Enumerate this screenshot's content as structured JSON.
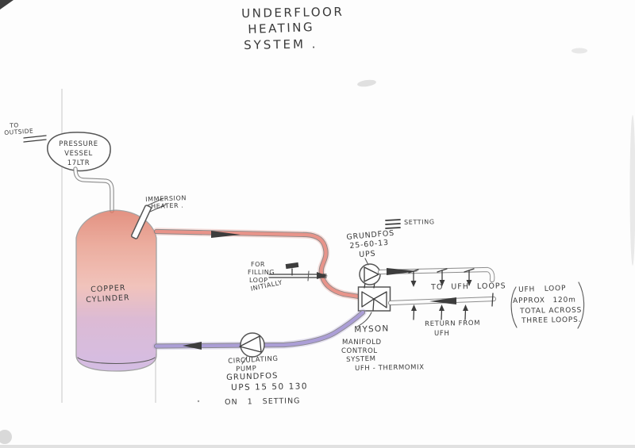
{
  "colors": {
    "ink": "#3a3a3a",
    "pipe-red": "#e8948a",
    "pipe-purple": "#ab9ed6",
    "cyl-top": "#dd7763",
    "cyl-upper": "#e89a88",
    "cyl-mid": "#efb5ab",
    "cyl-lower": "#d4aacb",
    "cyl-bottom": "#cbaede"
  },
  "title": [
    "UNDERFLOOR",
    "HEATING",
    "SYSTEM ."
  ],
  "to_outside": [
    "TO",
    "OUTSIDE"
  ],
  "pressure_vessel": [
    "PRESSURE",
    "VESSEL",
    "17LTR"
  ],
  "immersion_heater": [
    "IMMERSION",
    "HEATER ."
  ],
  "copper_cylinder": [
    "COPPER",
    "CYLINDER"
  ],
  "filling_loop": [
    "FOR",
    "FILLING",
    "LOOP",
    "INITIALLY"
  ],
  "pump_top": [
    "GRUNDFOS",
    "25-60-13",
    "UPS"
  ],
  "pump_top_setting": "SETTING",
  "flow_label": "TO UFH LOOPS",
  "return_label": [
    "RETURN FROM",
    "UFH"
  ],
  "manifold": [
    "MYSON",
    "MANIFOLD",
    "CONTROL",
    "SYSTEM",
    "UFH - THERMOMIX"
  ],
  "circ_pump": [
    "CIRCULATING",
    "PUMP"
  ],
  "circ_pump_model": [
    "GRUNDFOS",
    "UPS 15 50 130"
  ],
  "circ_pump_setting": "ON 1 SETTING",
  "note": [
    "UFH LOOP",
    "APPROX 120m",
    "TOTAL ACROSS",
    "THREE LOOPS."
  ]
}
